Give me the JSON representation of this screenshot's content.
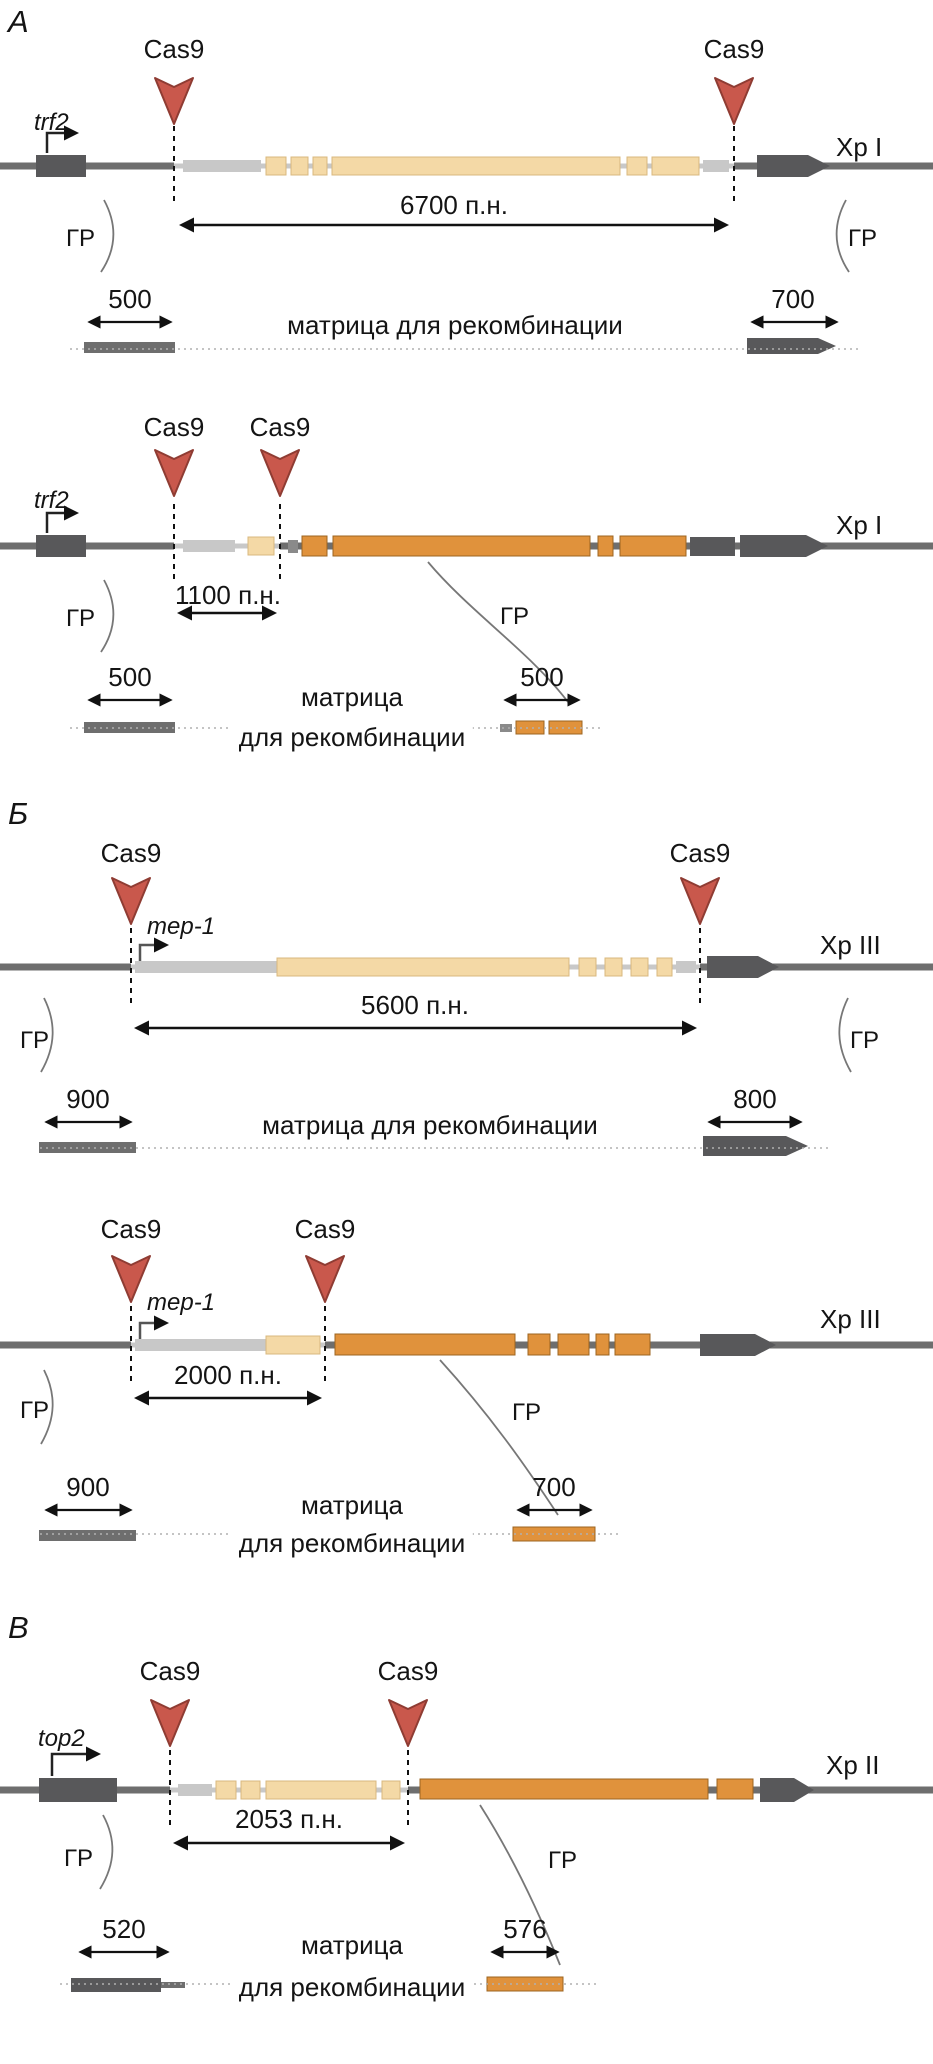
{
  "labels": {
    "cas9": "Cas9",
    "gr": "ГР",
    "template_single": "матрица для рекомбинации",
    "template_line1": "матрица",
    "template_line2": "для рекомбинации"
  },
  "colors": {
    "dark_gray": "#58585a",
    "light_gray": "#c8c8c8",
    "tan": "#f4d9a6",
    "orange": "#e0923c",
    "cas9_red": "#c9584c"
  },
  "panelA": {
    "letter": "А",
    "d1": {
      "gene": "trf2",
      "chromosome": "Хр I",
      "deletion": "6700 п.н.",
      "left_arm": "500",
      "right_arm": "700"
    },
    "d2": {
      "gene": "trf2",
      "chromosome": "Хр I",
      "deletion": "1100 п.н.",
      "left_arm": "500",
      "right_arm": "500"
    }
  },
  "panelB": {
    "letter": "Б",
    "d1": {
      "gene": "тер-1",
      "chromosome": "Хр III",
      "deletion": "5600 п.н.",
      "left_arm": "900",
      "right_arm": "800"
    },
    "d2": {
      "gene": "тер-1",
      "chromosome": "Хр III",
      "deletion": "2000 п.н.",
      "left_arm": "900",
      "right_arm": "700"
    }
  },
  "panelC": {
    "letter": "В",
    "d1": {
      "gene": "top2",
      "chromosome": "Хр II",
      "deletion": "2053 п.н.",
      "left_arm": "520",
      "right_arm": "576"
    }
  }
}
